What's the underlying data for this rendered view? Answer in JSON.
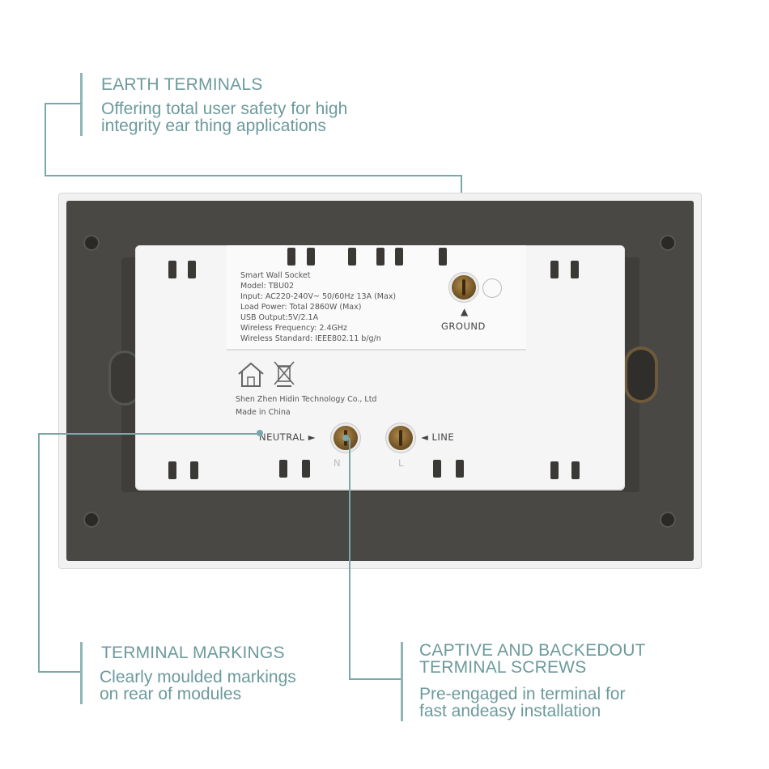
{
  "callouts": {
    "earth": {
      "title": "EARTH TERMINALS",
      "desc_line1": "Offering total user safety for high",
      "desc_line2": "integrity ear thing applications"
    },
    "markings": {
      "title": "TERMINAL MARKINGS",
      "desc_line1": "Clearly moulded markings",
      "desc_line2": "on rear of modules"
    },
    "captive": {
      "title_line1": "CAPTIVE AND BACKEDOUT",
      "title_line2": "TERMINAL SCREWS",
      "desc_line1": "Pre-engaged in terminal for",
      "desc_line2": "fast andeasy installation"
    }
  },
  "product_label": {
    "line1": "Smart Wall Socket",
    "line2": "Model: TBU02",
    "line3": "Input: AC220-240V~   50/60Hz   13A (Max)",
    "line4": "Load Power:  Total 2860W (Max)",
    "line5": "USB Output:5V/2.1A",
    "line6": "Wireless Frequency: 2.4GHz",
    "line7": "Wireless Standard: IEEE802.11 b/g/n",
    "maker1": "Shen Zhen Hidin Technology Co., Ltd",
    "maker2": "Made in China"
  },
  "terminals": {
    "ground": "GROUND",
    "ground_arrow": "▲",
    "neutral": "NEUTRAL ►",
    "line": "◄ LINE",
    "n_mark": "N",
    "l_mark": "L"
  },
  "icons": [
    "house-icon",
    "crossed-bin-icon",
    "earth-symbol-icon"
  ],
  "colors": {
    "accent": "#6c9a9c",
    "plate_dark": "#4a4845",
    "module": "#f5f5f5"
  }
}
